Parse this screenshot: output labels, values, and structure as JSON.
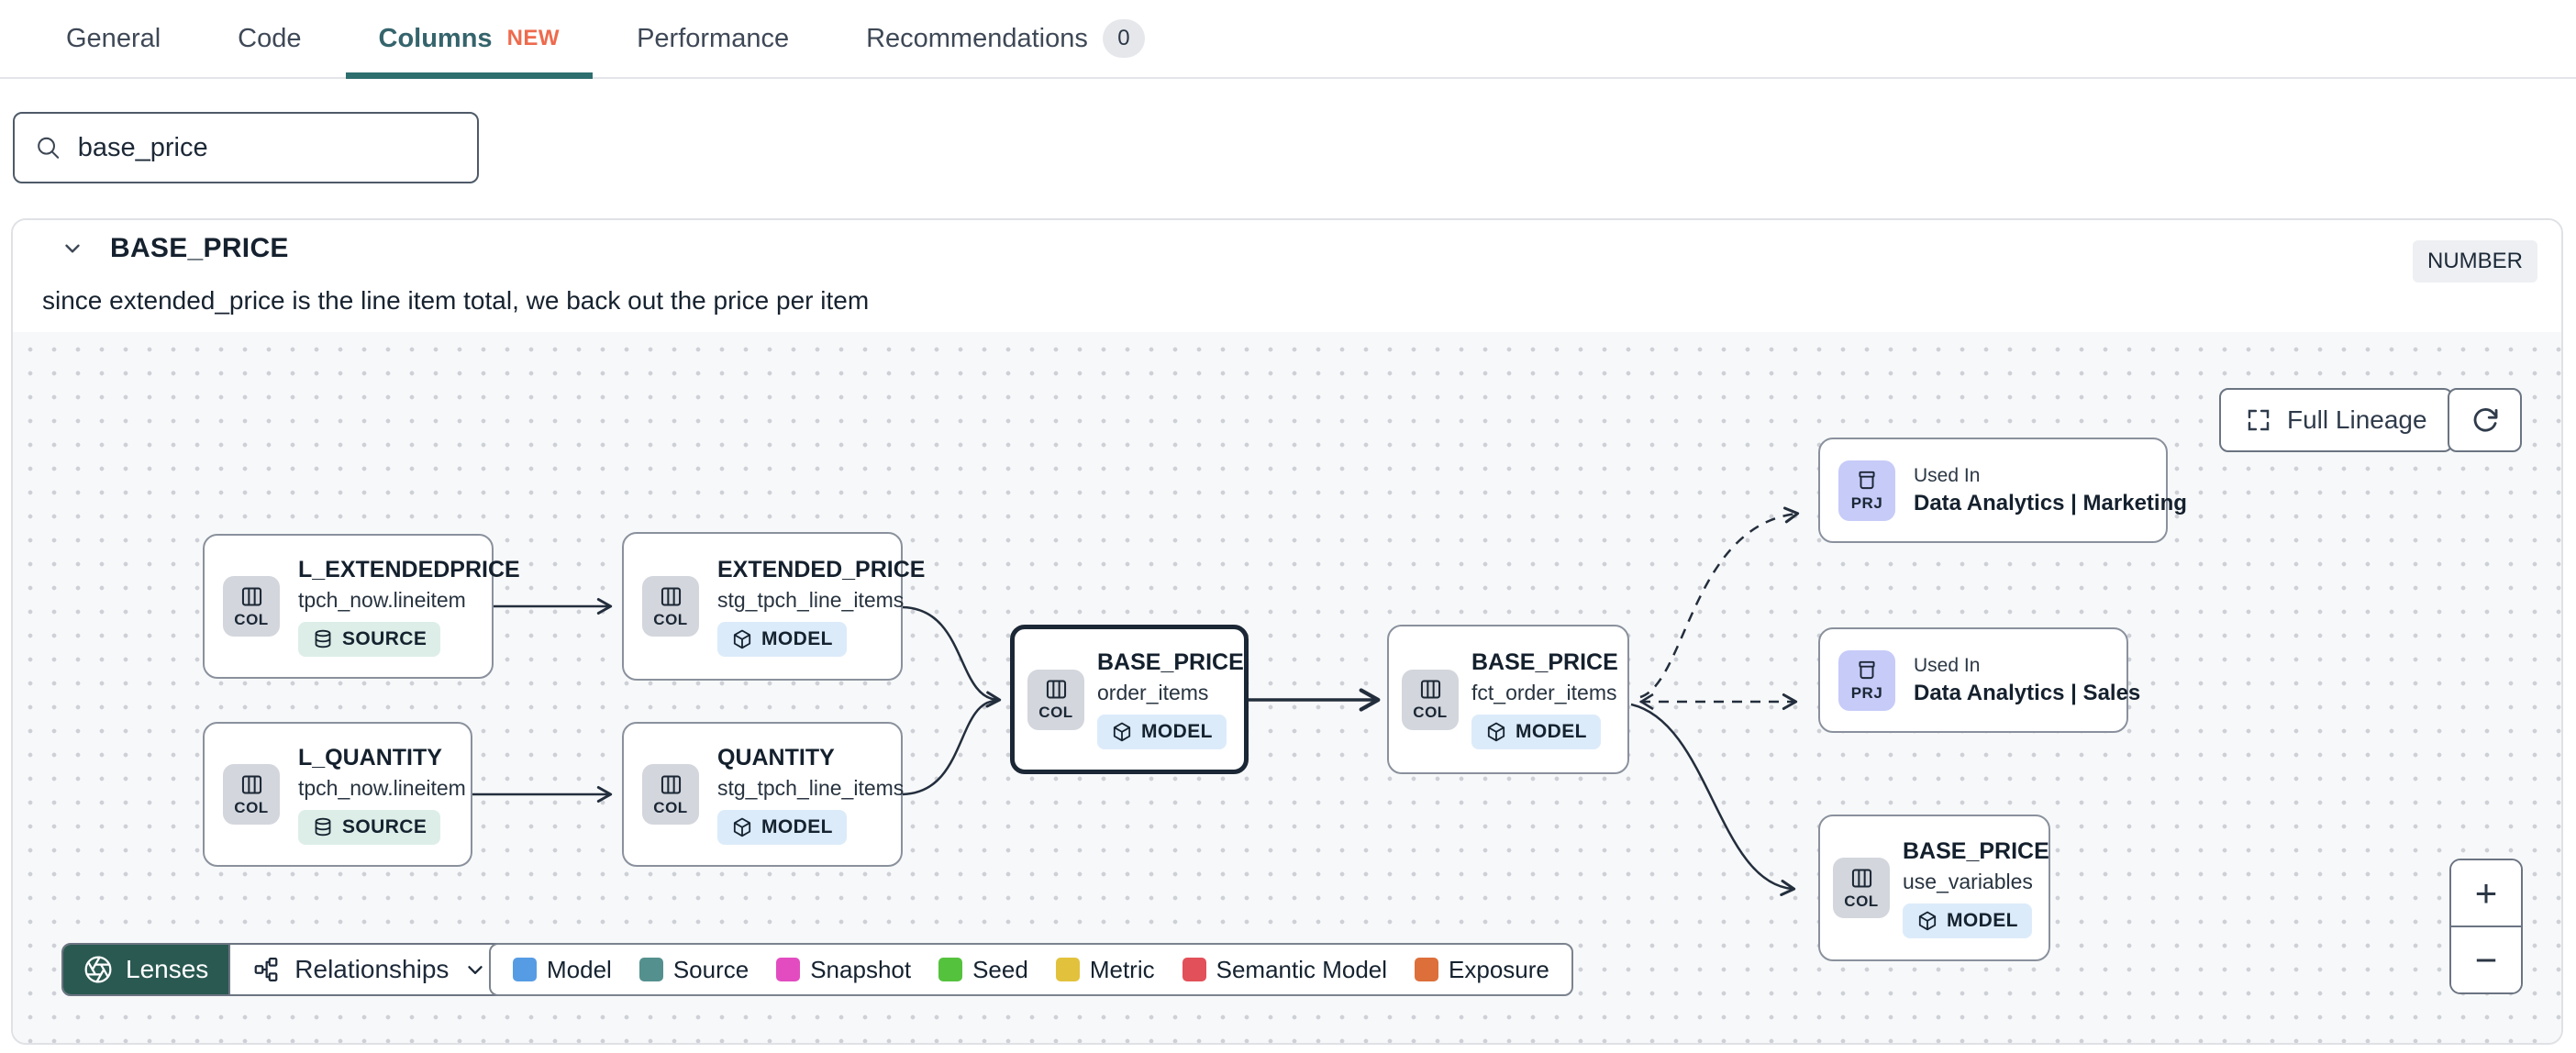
{
  "tabs": {
    "general": "General",
    "code": "Code",
    "columns": "Columns",
    "columns_badge": "NEW",
    "performance": "Performance",
    "recommendations": "Recommendations",
    "recommendations_count": "0"
  },
  "search": {
    "value": "base_price"
  },
  "header": {
    "title": "BASE_PRICE",
    "type_badge": "NUMBER",
    "description": "since extended_price is the line item total, we back out the price per item"
  },
  "controls": {
    "full_lineage": "Full Lineage",
    "zoom_in": "+",
    "zoom_out": "−"
  },
  "toolbar": {
    "lenses": "Lenses",
    "relationships": "Relationships"
  },
  "nodes": {
    "l_extendedprice": {
      "chip": "COL",
      "title": "L_EXTENDEDPRICE",
      "subtitle": "tpch_now.lineitem",
      "kind": "SOURCE"
    },
    "extended_price": {
      "chip": "COL",
      "title": "EXTENDED_PRICE",
      "subtitle": "stg_tpch_line_items",
      "kind": "MODEL"
    },
    "l_quantity": {
      "chip": "COL",
      "title": "L_QUANTITY",
      "subtitle": "tpch_now.lineitem",
      "kind": "SOURCE"
    },
    "quantity": {
      "chip": "COL",
      "title": "QUANTITY",
      "subtitle": "stg_tpch_line_items",
      "kind": "MODEL"
    },
    "base_price_order_items": {
      "chip": "COL",
      "title": "BASE_PRICE",
      "subtitle": "order_items",
      "kind": "MODEL"
    },
    "base_price_fct": {
      "chip": "COL",
      "title": "BASE_PRICE",
      "subtitle": "fct_order_items",
      "kind": "MODEL"
    },
    "used_in_marketing": {
      "chip": "PRJ",
      "label": "Used In",
      "name": "Data Analytics | Marketing"
    },
    "used_in_sales": {
      "chip": "PRJ",
      "label": "Used In",
      "name": "Data Analytics | Sales"
    },
    "base_price_use_variables": {
      "chip": "COL",
      "title": "BASE_PRICE",
      "subtitle": "use_variables",
      "kind": "MODEL"
    }
  },
  "legend": {
    "items": [
      {
        "label": "Model",
        "color": "#569ce4"
      },
      {
        "label": "Source",
        "color": "#54908e"
      },
      {
        "label": "Snapshot",
        "color": "#e34cc0"
      },
      {
        "label": "Seed",
        "color": "#54c23d"
      },
      {
        "label": "Metric",
        "color": "#e2c23c"
      },
      {
        "label": "Semantic Model",
        "color": "#e25059"
      },
      {
        "label": "Exposure",
        "color": "#dc6f3a"
      }
    ]
  }
}
